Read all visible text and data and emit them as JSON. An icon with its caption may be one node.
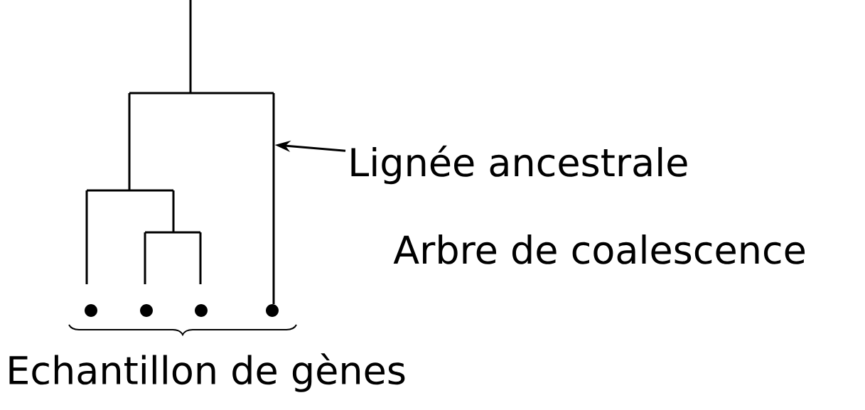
{
  "diagram": {
    "nodes": [
      {
        "text": [],
        "shape": "circle"
      },
      {
        "text": [],
        "shape": "circle"
      },
      {
        "text": [],
        "shape": "circle"
      },
      {
        "text": [],
        "shape": "circle"
      },
      {
        "text": [],
        "shape": "line"
      },
      {
        "text": [
          "Lignée ancestrale"
        ]
      }
    ],
    "edges": [
      {
        "from": 5,
        "to": 4,
        "arrow": "to"
      }
    ],
    "labels": [
      "Arbre de coalescence",
      "Echantillon de gènes"
    ]
  }
}
